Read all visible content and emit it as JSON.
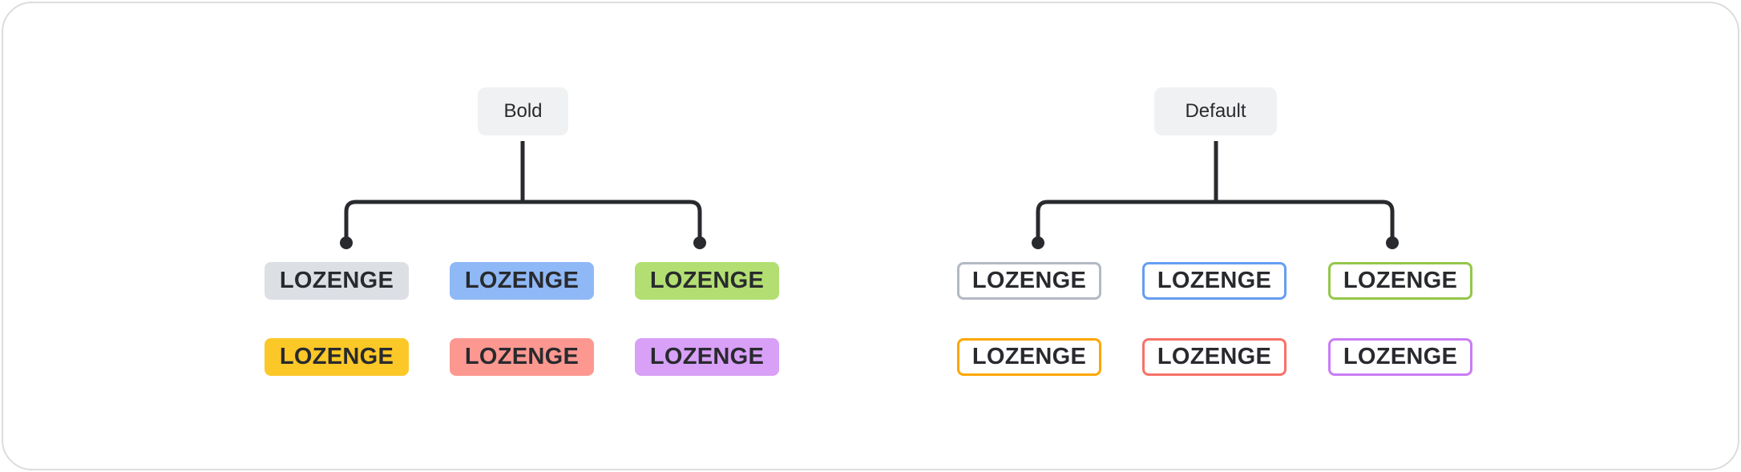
{
  "groups": [
    {
      "label": "Bold",
      "style": "filled",
      "items": [
        {
          "text": "LOZENGE",
          "color": "#dcdfe4"
        },
        {
          "text": "LOZENGE",
          "color": "#8fb8f6"
        },
        {
          "text": "LOZENGE",
          "color": "#b3df72"
        },
        {
          "text": "LOZENGE",
          "color": "#fbc828"
        },
        {
          "text": "LOZENGE",
          "color": "#fd9891"
        },
        {
          "text": "LOZENGE",
          "color": "#d8a0f7"
        }
      ]
    },
    {
      "label": "Default",
      "style": "outlined",
      "items": [
        {
          "text": "LOZENGE",
          "color": "#b3b9c4"
        },
        {
          "text": "LOZENGE",
          "color": "#669df1"
        },
        {
          "text": "LOZENGE",
          "color": "#94c748"
        },
        {
          "text": "LOZENGE",
          "color": "#fca700"
        },
        {
          "text": "LOZENGE",
          "color": "#f87168"
        },
        {
          "text": "LOZENGE",
          "color": "#c97cf4"
        }
      ]
    }
  ],
  "connector_color": "#292a2e"
}
